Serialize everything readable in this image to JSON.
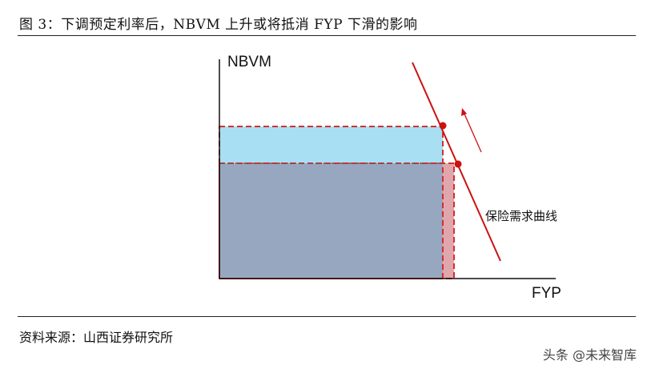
{
  "title": "图 3：下调预定利率后，NBVM 上升或将抵消 FYP 下滑的影响",
  "source": "资料来源：山西证券研究所",
  "watermark": "头条 @未来智库",
  "diagram": {
    "y_axis_label": "NBVM",
    "x_axis_label": "FYP",
    "curve_label": "保险需求曲线",
    "colors": {
      "curve": "#cc1111",
      "top_band": "#a8dff2",
      "main_area": "#98a7c0",
      "side_strip": "#e0a6ac",
      "dashed_outline": "#d23030",
      "inner_dashed": "#8b4a52",
      "axis": "#111111"
    }
  }
}
